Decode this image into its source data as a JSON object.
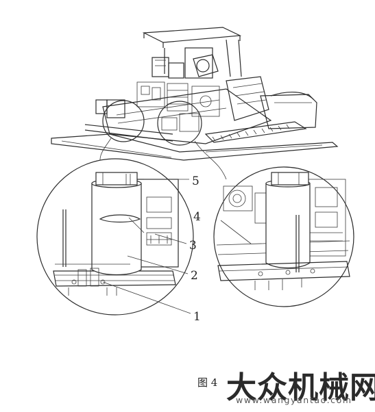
{
  "figure": {
    "caption": "图 4",
    "callouts": [
      "5",
      "4",
      "3",
      "2",
      "1"
    ]
  },
  "watermark": {
    "brand_text": "大众机械网",
    "url_text": "www.wangyantao.com"
  }
}
